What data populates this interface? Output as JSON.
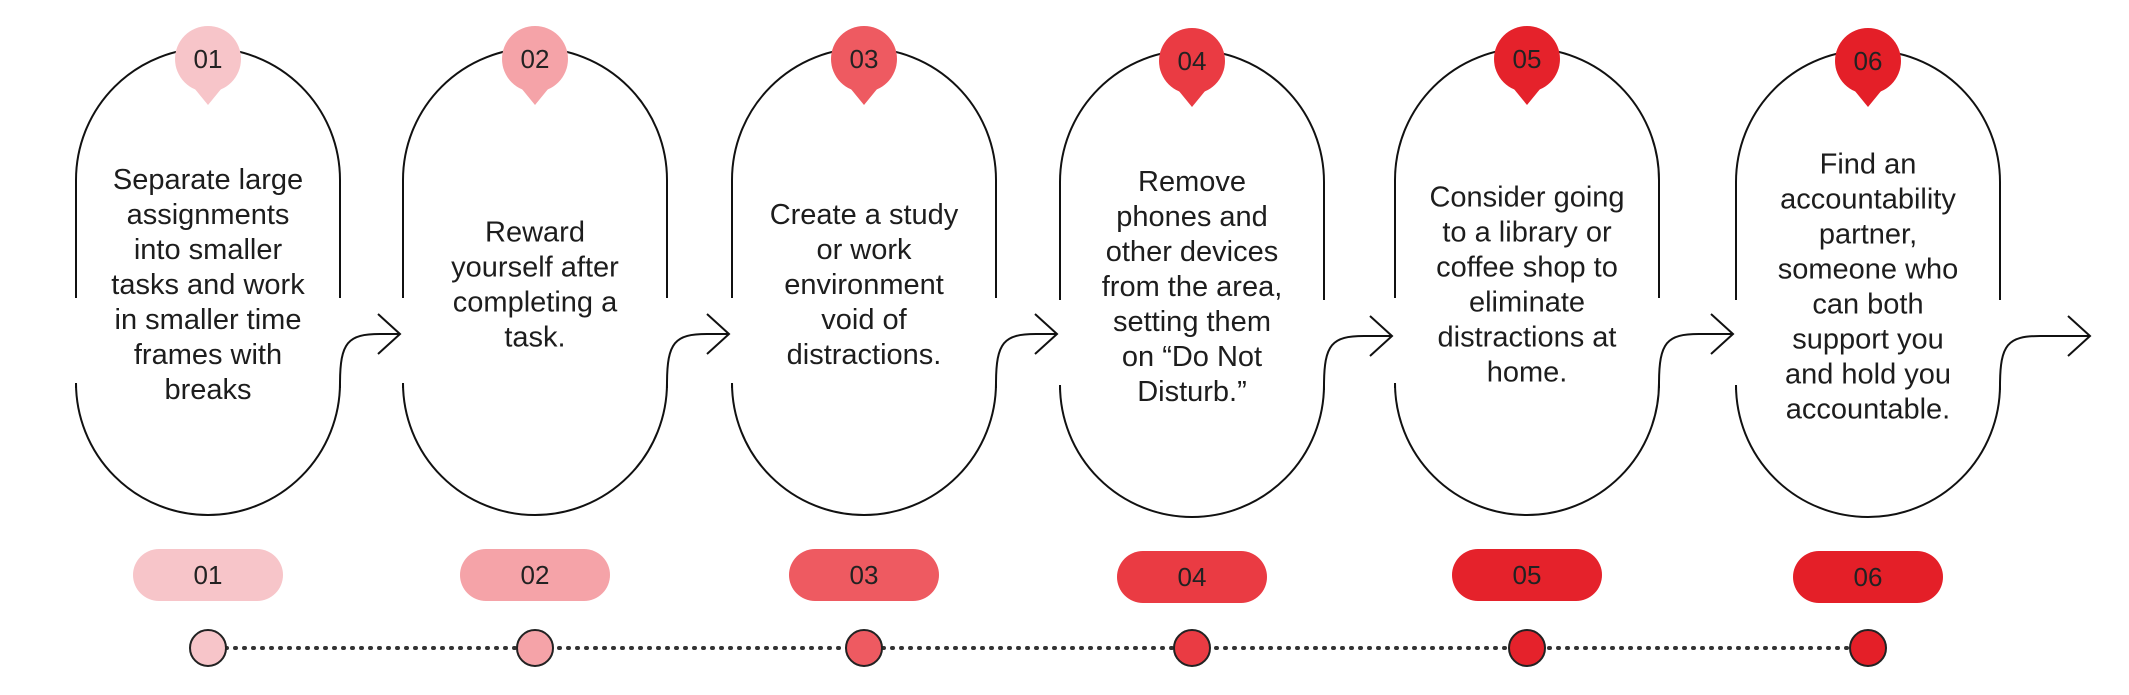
{
  "steps": [
    {
      "number": "01",
      "color": "#f7c5c9",
      "lines": [
        "Separate large",
        "assignments",
        "into smaller",
        "tasks and work",
        "in smaller time",
        "frames with",
        "breaks"
      ]
    },
    {
      "number": "02",
      "color": "#f5a3a8",
      "lines": [
        "Reward",
        "yourself after",
        "completing a",
        "task."
      ]
    },
    {
      "number": "03",
      "color": "#ee5a61",
      "lines": [
        "Create a study",
        "or work",
        "environment",
        "void of",
        "distractions."
      ]
    },
    {
      "number": "04",
      "color": "#ea3b43",
      "lines": [
        "Remove",
        "phones and",
        "other devices",
        "from the area,",
        "setting them",
        "on “Do Not",
        "Disturb.”"
      ]
    },
    {
      "number": "05",
      "color": "#e5222b",
      "lines": [
        "Consider going",
        "to a library or",
        "coffee shop to",
        "eliminate",
        "distractions at",
        "home."
      ]
    },
    {
      "number": "06",
      "color": "#e41f28",
      "lines": [
        "Find an",
        "accountability",
        "partner,",
        "someone who",
        "can both",
        "support you",
        "and hold you",
        "accountable."
      ]
    }
  ]
}
